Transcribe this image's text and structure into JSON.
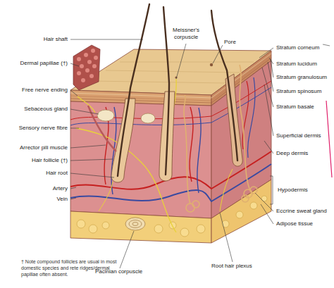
{
  "diagram": {
    "labels": [
      "Hair shaft",
      "Dermal papillae (†)",
      "Free nerve ending",
      "Sebaceous gland",
      "Sensory nerve fibre",
      "Arrector pili muscle",
      "Hair follicle (†)",
      "Hair root",
      "Artery",
      "Vein",
      "† Note compound follicles are usual in most domestic species and rete ridges/dermal papillae often absent.",
      "Meissner's corpuscle",
      "Pore",
      "Stratum corneum",
      "Stratum lucidum",
      "Stratum granulosum",
      "Stratum spinosum",
      "Stratum basale",
      "Superficial dermis",
      "Deep dermis",
      "Hypodermis",
      "Eccrine sweat gland",
      "Adipose tissue",
      "Pacinian corpuscle",
      "Root hair plexus"
    ]
  }
}
